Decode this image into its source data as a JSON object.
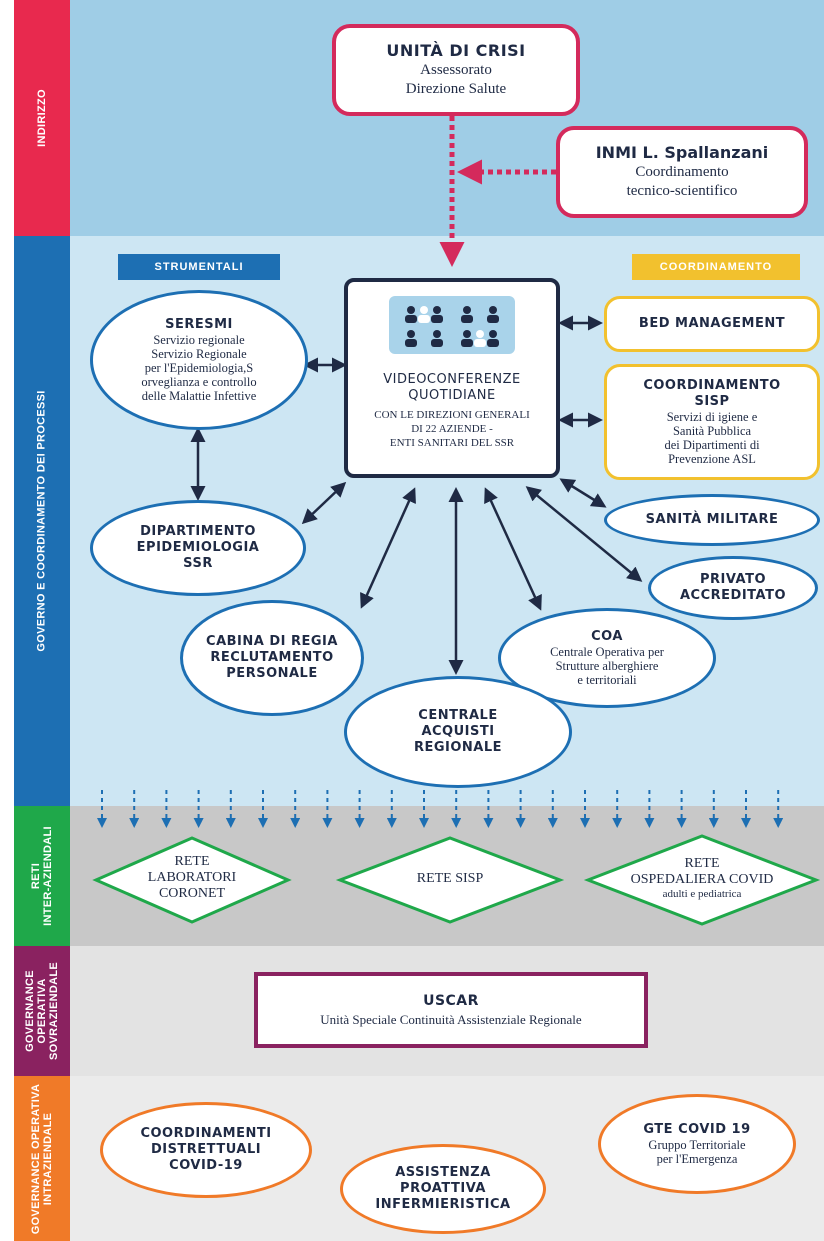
{
  "sections": {
    "indirizzo": "INDIRIZZO",
    "governo": "GOVERNO E COORDINAMENTO DEI PROCESSI",
    "reti": [
      "RETI",
      "INTER-AZIENDALI"
    ],
    "governance_sovra": [
      "GOVERNANCE",
      "OPERATIVA",
      "SOVRAZIENDALE"
    ],
    "governance_intra": [
      "GOVERNANCE OPERATIVA",
      "INTRAZIENDALE"
    ]
  },
  "unita_crisi": {
    "title": "UNITÀ DI CRISI",
    "line1": "Assessorato",
    "line2": "Direzione Salute"
  },
  "inmi": {
    "title": "INMI L. Spallanzani",
    "line1": "Coordinamento",
    "line2": "tecnico-scientifico"
  },
  "tags": {
    "strumentali": "STRUMENTALI",
    "coordinamento": "COORDINAMENTO"
  },
  "seresmi": {
    "title": "SERESMI",
    "lines": [
      "Servizio regionale",
      "Servizio Regionale",
      "per l'Epidemiologia,S",
      "orveglianza e controllo",
      "delle Malattie Infettive"
    ]
  },
  "videoconf": {
    "title1": "VIDEOCONFERENZE",
    "title2": "QUOTIDIANE",
    "line1": "CON LE DIREZIONI GENERALI",
    "line2": "DI 22 AZIENDE -",
    "line3": "ENTI SANITARI DEL SSR"
  },
  "bed": {
    "title": "BED MANAGEMENT"
  },
  "sisp": {
    "title1": "COORDINAMENTO",
    "title2": "SISP",
    "lines": [
      "Servizi di igiene e",
      "Sanità Pubblica",
      "dei Dipartimenti di",
      "Prevenzione ASL"
    ]
  },
  "dip_epi": {
    "lines": [
      "DIPARTIMENTO",
      "EPIDEMIOLOGIA",
      "SSR"
    ]
  },
  "militare": {
    "title": "SANITÀ MILITARE"
  },
  "privato": {
    "lines": [
      "PRIVATO",
      "ACCREDITATO"
    ]
  },
  "cabina": {
    "lines": [
      "CABINA DI REGIA",
      "RECLUTAMENTO",
      "PERSONALE"
    ]
  },
  "coa": {
    "title": "COA",
    "lines": [
      "Centrale Operativa per",
      "Strutture alberghiere",
      "e territoriali"
    ]
  },
  "centrale": {
    "lines": [
      "CENTRALE",
      "ACQUISTI",
      "REGIONALE"
    ]
  },
  "rete_lab": {
    "lines": [
      "RETE",
      "LABORATORI",
      "CORONET"
    ]
  },
  "rete_sisp": {
    "title": "RETE SISP"
  },
  "rete_osp": {
    "lines": [
      "RETE",
      "OSPEDALIERA COVID"
    ],
    "sub": "adulti e pediatrica"
  },
  "uscar": {
    "title": "USCAR",
    "sub": "Unità Speciale Continuità Assistenziale Regionale"
  },
  "coord_distr": {
    "lines": [
      "COORDINAMENTI",
      "DISTRETTUALI",
      "COVID-19"
    ]
  },
  "assistenza": {
    "lines": [
      "ASSISTENZA",
      "PROATTIVA",
      "INFERMIERISTICA"
    ]
  },
  "gte": {
    "title": "GTE COVID 19",
    "lines": [
      "Gruppo Territoriale",
      "per l'Emergenza"
    ]
  },
  "colors": {
    "indirizzo": "#e8294e",
    "governo": "#1d6fb3",
    "reti": "#1fa84a",
    "sovra": "#8a2260",
    "intra": "#f07a28",
    "top_bg": "#9fcde6",
    "mid_bg": "#cde6f3",
    "grey_bg": "#c8c8c8",
    "light_grey": "#e3e3e3",
    "navy": "#1f2a44"
  },
  "icons": {
    "people": "people-grid-icon"
  }
}
